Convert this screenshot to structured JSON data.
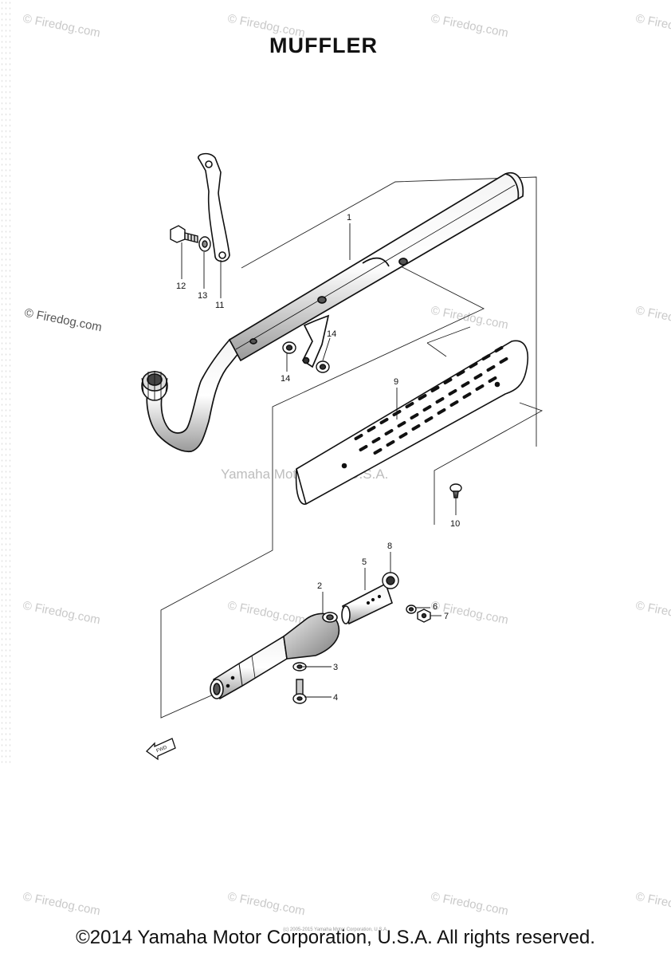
{
  "title": "MUFFLER",
  "watermarks": {
    "firedog": "© Firedog.com",
    "yamaha": "Yamaha Motor Corp, U.S.A."
  },
  "callouts": {
    "c1": "1",
    "c2": "2",
    "c3": "3",
    "c4": "4",
    "c5": "5",
    "c6": "6",
    "c7": "7",
    "c8": "8",
    "c9": "9",
    "c10": "10",
    "c11": "11",
    "c12": "12",
    "c13": "13",
    "c14a": "14",
    "c14b": "14"
  },
  "fwd_label": "FWD",
  "footer": {
    "copyright": "©2014 Yamaha Motor Corporation, U.S.A. All rights reserved.",
    "small": "(c) 2005-2015 Yamaha Motor Corporation, U.S.A."
  }
}
